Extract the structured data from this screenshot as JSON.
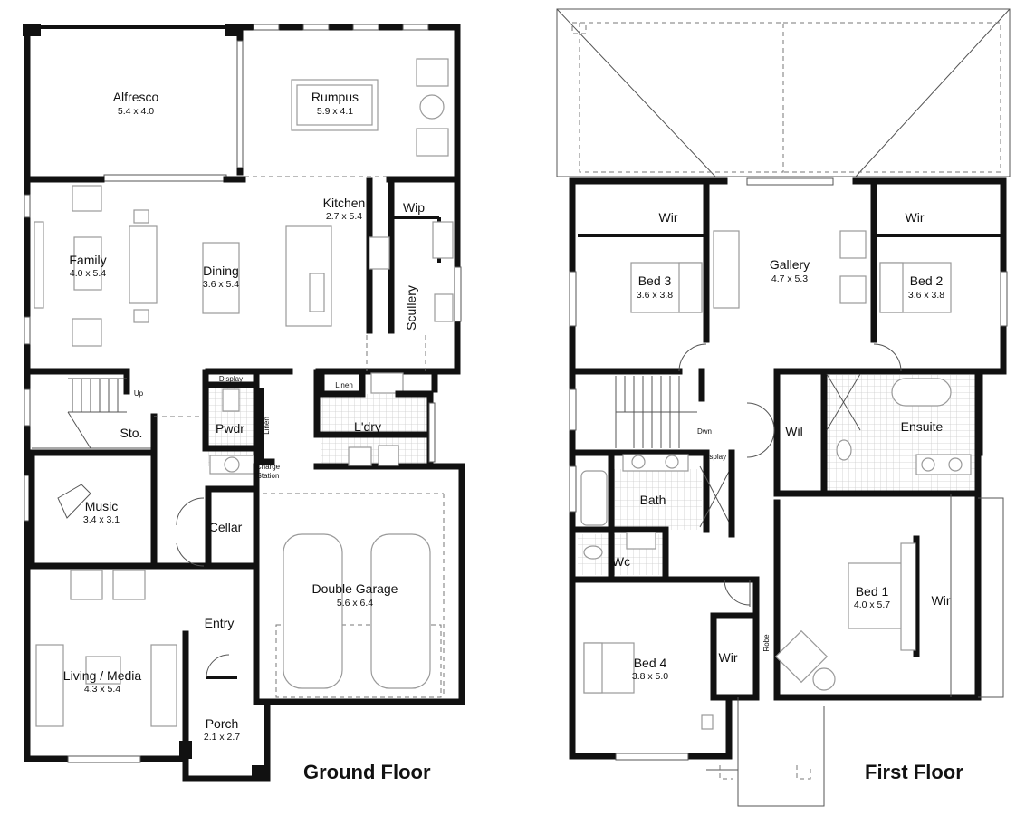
{
  "ground_floor": {
    "title": "Ground Floor",
    "rooms": {
      "alfresco": {
        "name": "Alfresco",
        "dims": "5.4 x 4.0"
      },
      "rumpus": {
        "name": "Rumpus",
        "dims": "5.9 x 4.1"
      },
      "family": {
        "name": "Family",
        "dims": "4.0 x 5.4"
      },
      "dining": {
        "name": "Dining",
        "dims": "3.6 x 5.4"
      },
      "kitchen": {
        "name": "Kitchen",
        "dims": "2.7 x 5.4"
      },
      "wip": {
        "name": "Wip"
      },
      "scullery": {
        "name": "Scullery"
      },
      "up": {
        "name": "Up"
      },
      "sto": {
        "name": "Sto."
      },
      "display": {
        "name": "Display"
      },
      "pwdr": {
        "name": "Pwdr"
      },
      "linen1": {
        "name": "Linen"
      },
      "linen2": {
        "name": "Linen"
      },
      "charge": {
        "name": "Charge",
        "name2": "Station"
      },
      "laundry": {
        "name": "L'dry"
      },
      "music": {
        "name": "Music",
        "dims": "3.4 x 3.1"
      },
      "cellar": {
        "name": "Cellar"
      },
      "garage": {
        "name": "Double Garage",
        "dims": "5.6 x 6.4"
      },
      "entry": {
        "name": "Entry"
      },
      "living": {
        "name": "Living / Media",
        "dims": "4.3 x 5.4"
      },
      "porch": {
        "name": "Porch",
        "dims": "2.1 x 2.7"
      }
    }
  },
  "first_floor": {
    "title": "First Floor",
    "rooms": {
      "wir3": {
        "name": "Wir"
      },
      "wir2": {
        "name": "Wir"
      },
      "bed3": {
        "name": "Bed 3",
        "dims": "3.6 x 3.8"
      },
      "gallery": {
        "name": "Gallery",
        "dims": "4.7 x 5.3"
      },
      "bed2": {
        "name": "Bed 2",
        "dims": "3.6 x 3.8"
      },
      "dwn": {
        "name": "Dwn"
      },
      "wil": {
        "name": "Wil"
      },
      "ensuite": {
        "name": "Ensuite"
      },
      "display": {
        "name": "Display"
      },
      "bath": {
        "name": "Bath"
      },
      "wc": {
        "name": "Wc"
      },
      "bed1": {
        "name": "Bed 1",
        "dims": "4.0 x 5.7"
      },
      "wir1": {
        "name": "Wir"
      },
      "robe": {
        "name": "Robe"
      },
      "bed4": {
        "name": "Bed 4",
        "dims": "3.8 x 5.0"
      },
      "wir4": {
        "name": "Wir"
      }
    }
  }
}
